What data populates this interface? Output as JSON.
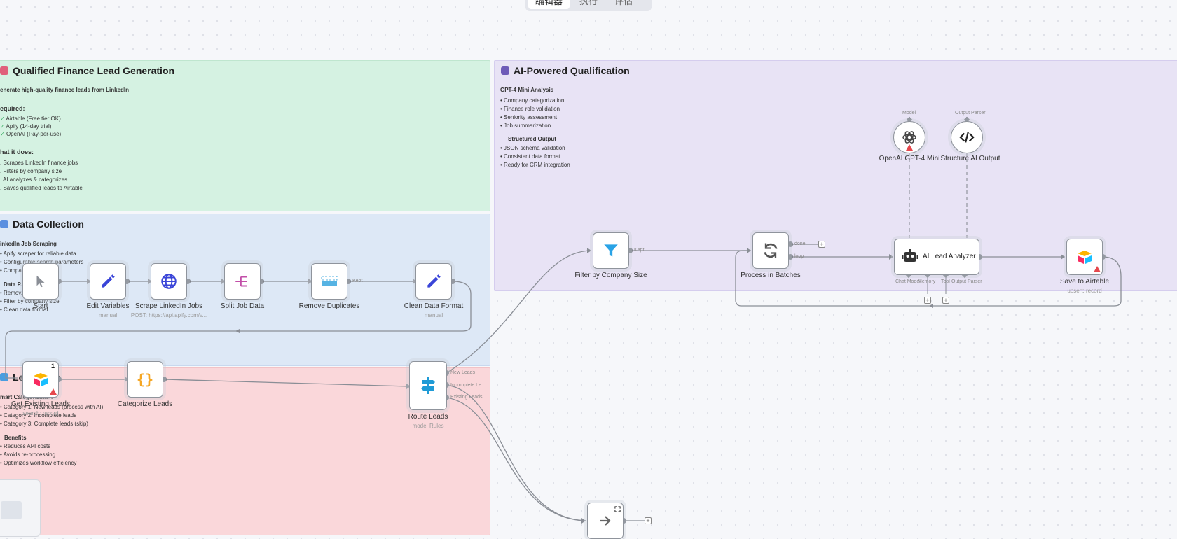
{
  "tabs": [
    "编辑器",
    "执行",
    "评估"
  ],
  "sticky_notes": {
    "qualified": {
      "title": "Qualified Finance Lead Generation",
      "subtitle": "enerate high-quality finance leads from LinkedIn",
      "required_heading": "equired:",
      "required": [
        "Airtable (Free tier OK)",
        "Apify (14-day trial)",
        "OpenAI (Pay-per-use)"
      ],
      "what_heading": "hat it does:",
      "what": [
        ". Scrapes LinkedIn finance jobs",
        ". Filters by company size",
        ". AI analyzes & categorizes",
        ". Saves qualified leads to Airtable"
      ]
    },
    "collection": {
      "title": "Data Collection",
      "sub_heading": "inkedIn Job Scraping",
      "items": [
        "Apify scraper for reliable data",
        "Configurable search parameters",
        "Compa..."
      ],
      "processing_heading": "Data P...",
      "processing": [
        "Remov...",
        "Filter by company size",
        "Clean data format"
      ]
    },
    "intelligence": {
      "title": "Le...gence",
      "heading": "mart Categorization",
      "items": [
        "Category 1: New leads (process with AI)",
        "Category 2: Incomplete leads",
        "Category 3: Complete leads (skip)"
      ],
      "benefits_heading": "Benefits",
      "benefits": [
        "Reduces API costs",
        "Avoids re-processing",
        "Optimizes workflow efficiency"
      ]
    },
    "ai": {
      "title": "AI-Powered Qualification",
      "heading": "GPT-4 Mini Analysis",
      "items": [
        "Company categorization",
        "Finance role validation",
        "Seniority assessment",
        "Job summarization"
      ],
      "structured_heading": "Structured Output",
      "structured": [
        "JSON schema validation",
        "Consistent data format",
        "Ready for CRM integration"
      ]
    }
  },
  "nodes": {
    "start": {
      "label": "Start"
    },
    "edit_vars": {
      "label": "Edit Variables",
      "sub": "manual"
    },
    "scrape": {
      "label": "Scrape LinkedIn Jobs",
      "sub": "POST: https://api.apify.com/v..."
    },
    "split": {
      "label": "Split Job Data"
    },
    "dedupe": {
      "label": "Remove Duplicates",
      "port": "Kept"
    },
    "clean": {
      "label": "Clean Data Format",
      "sub": "manual"
    },
    "existing": {
      "label": "Get Existing Leads",
      "badge": "1",
      "sub": "search: record"
    },
    "categorize": {
      "label": "Categorize Leads"
    },
    "route": {
      "label": "Route Leads",
      "sub": "mode: Rules",
      "ports": [
        "New Leads",
        "Incomplete Le...",
        "Existing Leads"
      ]
    },
    "filter": {
      "label": "Filter by Company Size",
      "port": "Kept"
    },
    "batches": {
      "label": "Process in Batches",
      "ports": [
        "done",
        "loop"
      ]
    },
    "analyzer": {
      "label": "AI Lead Analyzer",
      "ports": [
        "Chat Model",
        "Memory",
        "Tool",
        "Output Parser"
      ]
    },
    "airtable": {
      "label": "Save to Airtable",
      "sub": "upsert: record"
    },
    "openai": {
      "label": "OpenAI GPT-4 Mini",
      "port": "Model"
    },
    "structure": {
      "label": "Structure AI Output",
      "port": "Output Parser"
    }
  },
  "colors": {
    "green": "#d5f2e2",
    "blue": "#dde8f6",
    "red": "#fad7da",
    "purple": "#e8e3f5",
    "node_blue": "#3a45d8",
    "filter_blue": "#2aa3e6",
    "warn": "#e5484d",
    "orange": "#f5a623"
  },
  "icons": [
    "cursor-icon",
    "pencil-icon",
    "globe-icon",
    "split-icon",
    "dedupe-icon",
    "airtable-icon",
    "braces-icon",
    "signpost-icon",
    "filter-icon",
    "refresh-icon",
    "robot-icon",
    "openai-icon",
    "code-icon",
    "arrow-right-icon"
  ]
}
